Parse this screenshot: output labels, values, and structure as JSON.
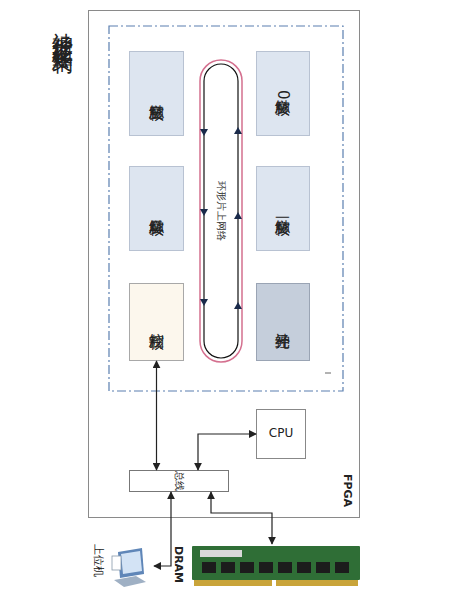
{
  "diagram": {
    "title": "神经形态硬件架构",
    "nodes": [
      {
        "text": [
          "FPGA"
        ]
      },
      {
        "text": [
          "突触核三"
        ],
        "in": 0
      },
      {
        "text": [
          "环形片上网络"
        ],
        "in": 0
      },
      {
        "text": [
          "突触核0"
        ],
        "in": 0
      },
      {
        "text": [
          "突触核二"
        ],
        "in": 0
      },
      {
        "text": [
          "突触核一"
        ],
        "in": 0
      },
      {
        "text": [
          "控制核"
        ],
        "in": 0
      },
      {
        "text": [
          "神经元"
        ],
        "in": 0
      },
      {
        "text": [
          "CPU"
        ],
        "in": 0
      },
      {
        "text": [
          "总线"
        ],
        "in": 0
      },
      {
        "text": [
          "上位机"
        ]
      },
      {
        "text": [
          "DRAM"
        ]
      }
    ],
    "edges": [
      {
        "from": 6,
        "to": 9,
        "arrow": "both"
      },
      {
        "from": 9,
        "to": 8,
        "arrow": "both"
      },
      {
        "from": 9,
        "to": 11,
        "arrow": "both"
      },
      {
        "from": 9,
        "to": 10,
        "arrow": "both"
      }
    ]
  }
}
